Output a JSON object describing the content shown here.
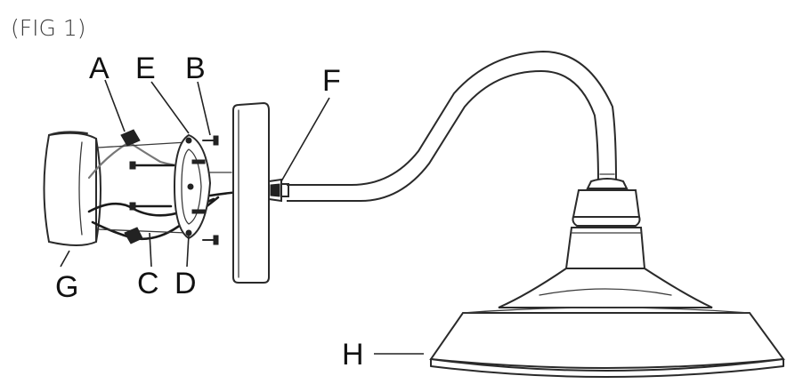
{
  "figure": {
    "title": "(FIG 1)"
  },
  "labels": {
    "a": "A",
    "b": "B",
    "c": "C",
    "d": "D",
    "e": "E",
    "f": "F",
    "g": "G",
    "h": "H"
  },
  "colors": {
    "line": "#2a2a2a",
    "background": "#ffffff"
  }
}
